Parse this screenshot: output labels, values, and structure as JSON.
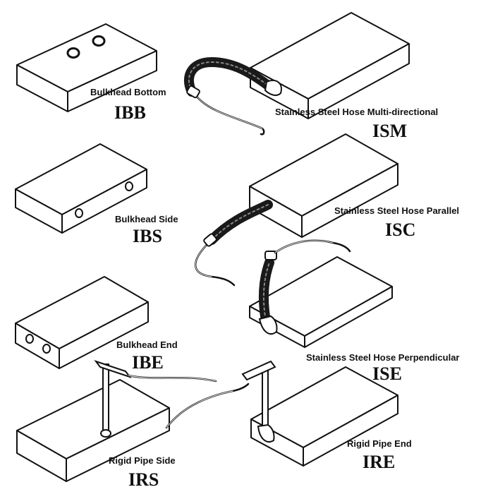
{
  "items": [
    {
      "id": "ibb",
      "name": "Bulkhead Bottom",
      "code": "IBB"
    },
    {
      "id": "ism",
      "name": "Stainless Steel Hose Multi-directional",
      "code": "ISM"
    },
    {
      "id": "ibs",
      "name": "Bulkhead Side",
      "code": "IBS"
    },
    {
      "id": "isc",
      "name": "Stainless Steel Hose Parallel",
      "code": "ISC"
    },
    {
      "id": "ibe",
      "name": "Bulkhead End",
      "code": "IBE"
    },
    {
      "id": "ise",
      "name": "Stainless Steel Hose Perpendicular",
      "code": "ISE"
    },
    {
      "id": "irs",
      "name": "Rigid Pipe Side",
      "code": "IRS"
    },
    {
      "id": "ire",
      "name": "Rigid Pipe End",
      "code": "IRE"
    }
  ]
}
